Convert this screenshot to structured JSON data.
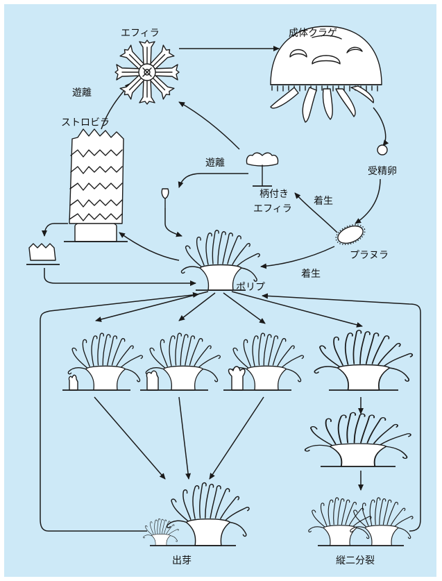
{
  "labels": {
    "ephyra": "エフィラ",
    "adult_medusa": "成体クラゲ",
    "release_top": "遊離",
    "strobila": "ストロビラ",
    "fertilized_egg": "受精卵",
    "release_mid": "遊離",
    "stalked_ephyra_line1": "柄付き",
    "stalked_ephyra_line2": "エフィラ",
    "settle_upper": "着生",
    "planula": "プラヌラ",
    "settle_lower": "着生",
    "polyp": "ポリプ",
    "budding": "出芽",
    "longitudinal_fission": "縦二分裂"
  },
  "colors": {
    "panel_background": "#cde9f7",
    "outline": "#1a1a1a",
    "fill": "#ffffff"
  },
  "icons": [
    "ephyra-icon",
    "medusa-icon",
    "strobila-icon",
    "egg-icon",
    "planula-icon",
    "polyp-icon",
    "bud-icon",
    "stalked-ephyra-icon"
  ]
}
